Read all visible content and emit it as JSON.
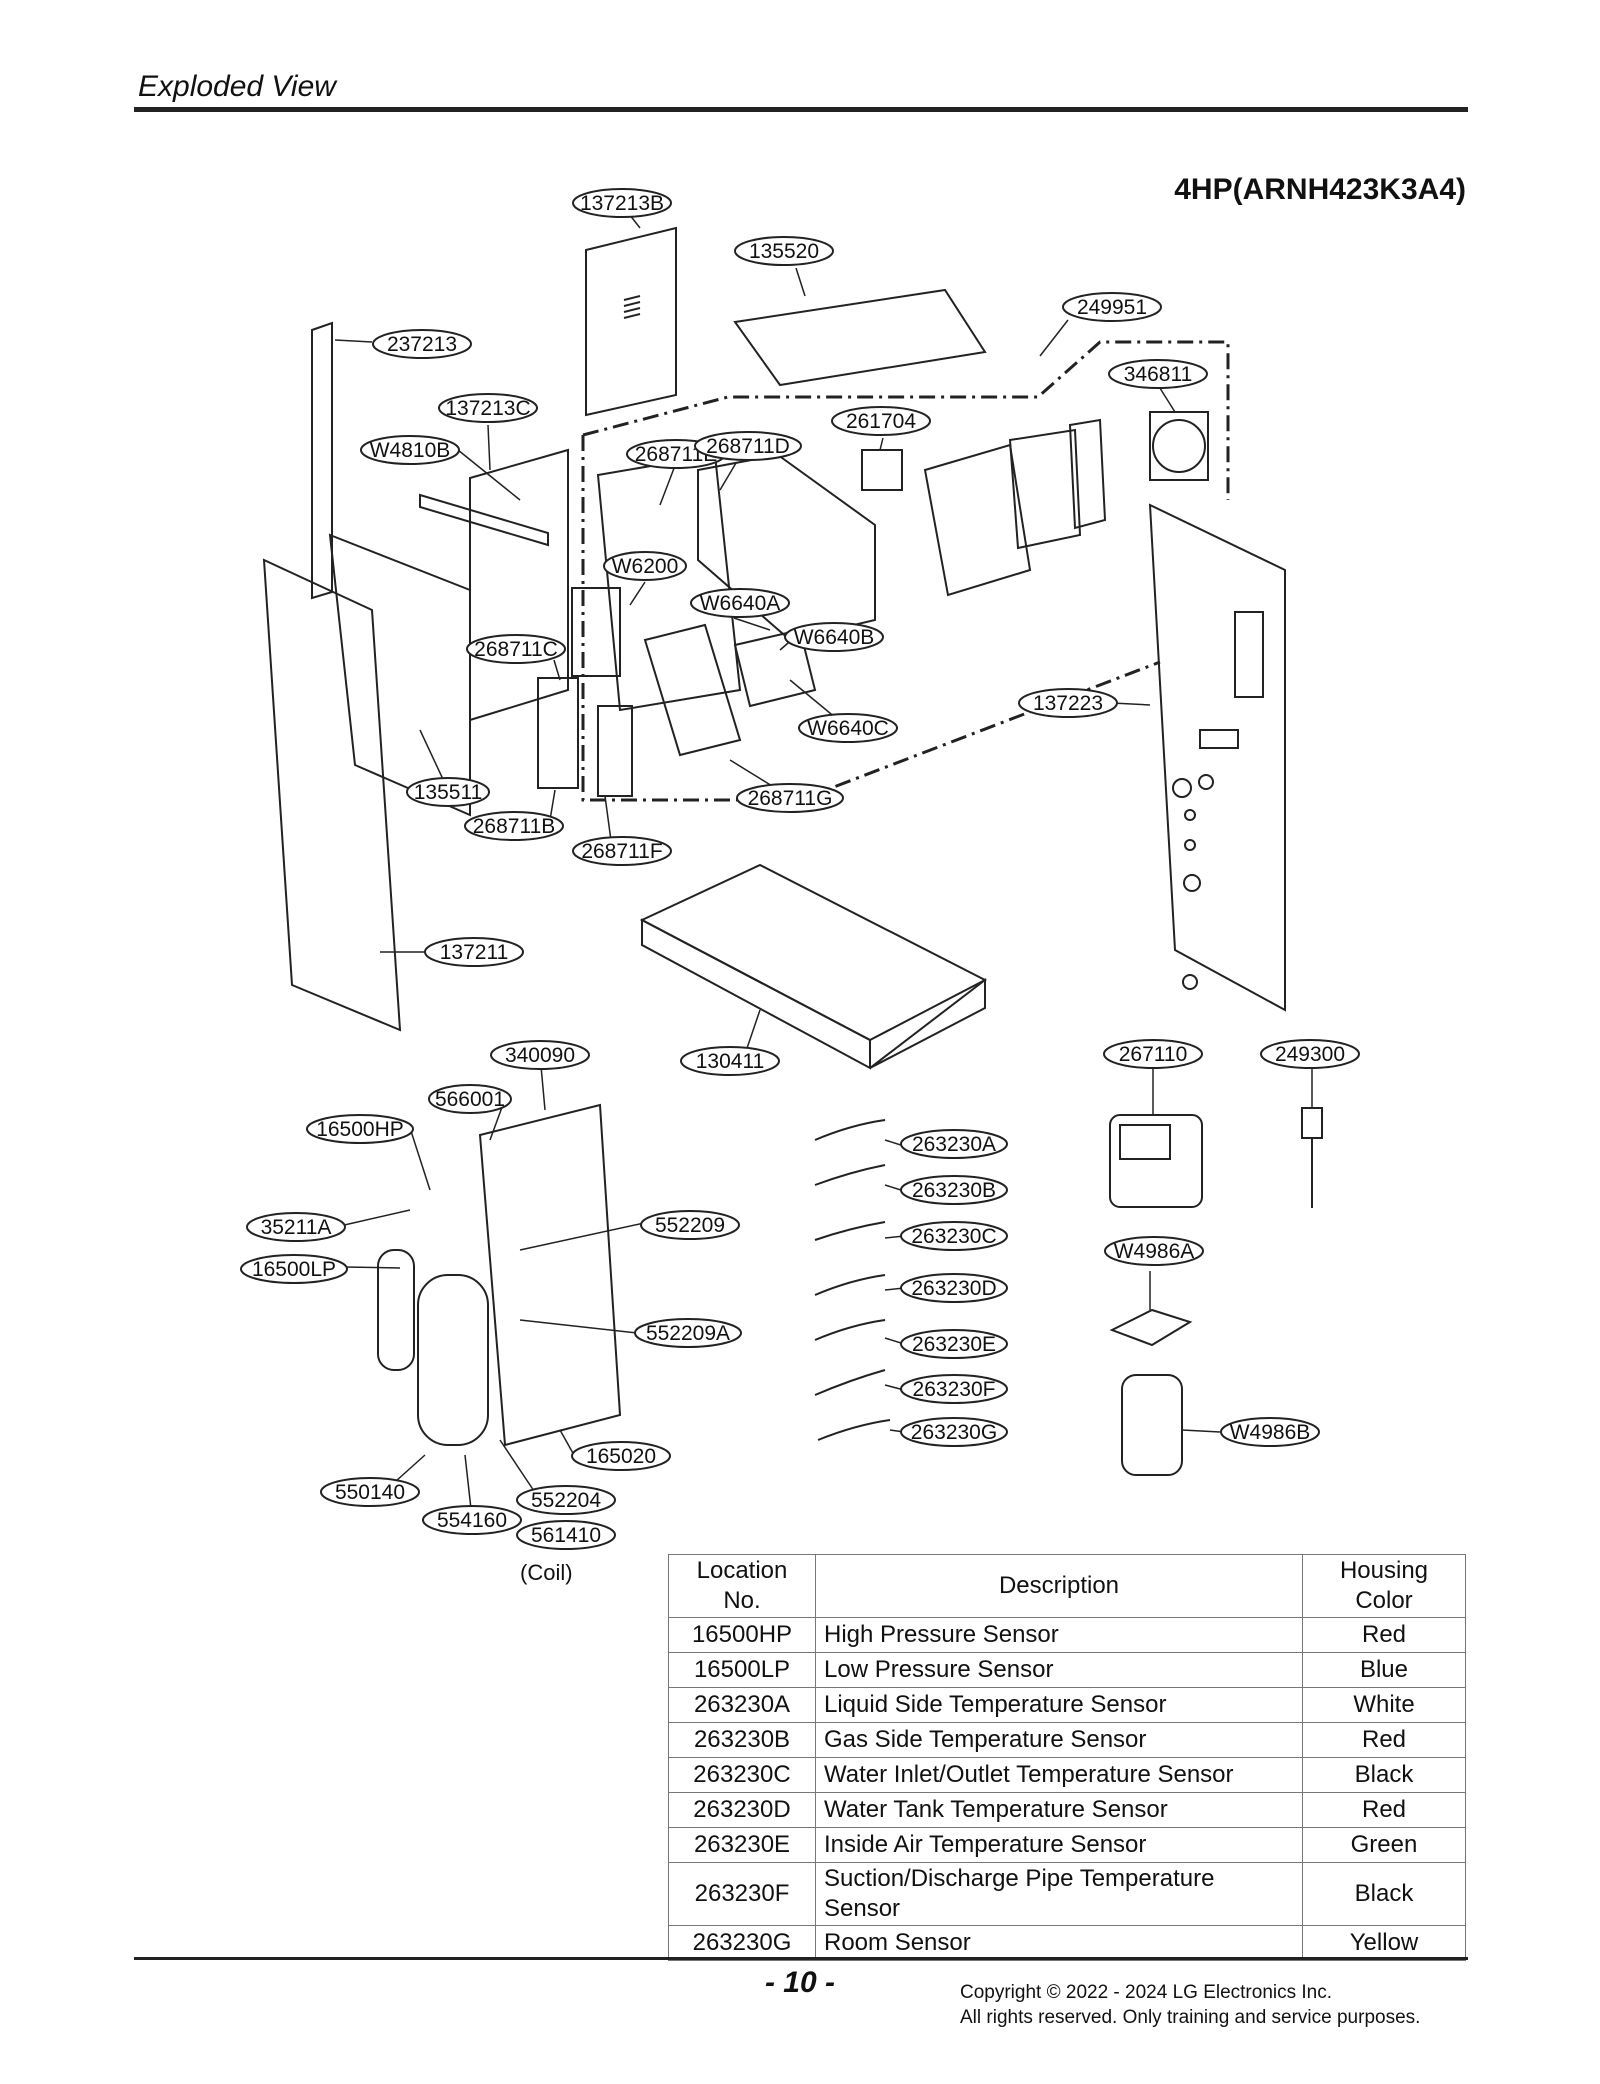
{
  "header": {
    "title": "Exploded View"
  },
  "model": "4HP(ARNH423K3A4)",
  "callouts": [
    {
      "id": "137213B"
    },
    {
      "id": "135520"
    },
    {
      "id": "249951"
    },
    {
      "id": "237213"
    },
    {
      "id": "346811"
    },
    {
      "id": "137213C"
    },
    {
      "id": "261704"
    },
    {
      "id": "W4810B"
    },
    {
      "id": "268711E"
    },
    {
      "id": "268711D"
    },
    {
      "id": "W6200"
    },
    {
      "id": "W6640A"
    },
    {
      "id": "W6640B"
    },
    {
      "id": "268711C"
    },
    {
      "id": "137223"
    },
    {
      "id": "W6640C"
    },
    {
      "id": "135511"
    },
    {
      "id": "268711G"
    },
    {
      "id": "268711B"
    },
    {
      "id": "268711F"
    },
    {
      "id": "137211"
    },
    {
      "id": "340090"
    },
    {
      "id": "130411"
    },
    {
      "id": "267110"
    },
    {
      "id": "249300"
    },
    {
      "id": "566001"
    },
    {
      "id": "16500HP"
    },
    {
      "id": "263230A"
    },
    {
      "id": "263230B"
    },
    {
      "id": "35211A"
    },
    {
      "id": "552209"
    },
    {
      "id": "263230C"
    },
    {
      "id": "W4986A"
    },
    {
      "id": "16500LP"
    },
    {
      "id": "263230D"
    },
    {
      "id": "552209A"
    },
    {
      "id": "263230E"
    },
    {
      "id": "263230F"
    },
    {
      "id": "263230G"
    },
    {
      "id": "W4986B"
    },
    {
      "id": "165020"
    },
    {
      "id": "550140"
    },
    {
      "id": "552204"
    },
    {
      "id": "554160"
    },
    {
      "id": "561410"
    }
  ],
  "coil_note": "(Coil)",
  "table": {
    "headers": {
      "location": "Location No.",
      "description": "Description",
      "color": "Housing Color"
    },
    "rows": [
      {
        "location": "16500HP",
        "description": "High Pressure Sensor",
        "color": "Red"
      },
      {
        "location": "16500LP",
        "description": "Low Pressure Sensor",
        "color": "Blue"
      },
      {
        "location": "263230A",
        "description": "Liquid Side Temperature Sensor",
        "color": "White"
      },
      {
        "location": "263230B",
        "description": "Gas Side Temperature Sensor",
        "color": "Red"
      },
      {
        "location": "263230C",
        "description": "Water Inlet/Outlet Temperature Sensor",
        "color": "Black"
      },
      {
        "location": "263230D",
        "description": "Water Tank Temperature Sensor",
        "color": "Red"
      },
      {
        "location": "263230E",
        "description": "Inside Air Temperature Sensor",
        "color": "Green"
      },
      {
        "location": "263230F",
        "description": "Suction/Discharge Pipe Temperature Sensor",
        "color": "Black"
      },
      {
        "location": "263230G",
        "description": "Room Sensor",
        "color": "Yellow"
      }
    ]
  },
  "footer": {
    "page_number": "- 10 -",
    "copyright_line1": "Copyright © 2022 - 2024 LG Electronics Inc.",
    "copyright_line2": "All rights reserved. Only training and service purposes."
  }
}
